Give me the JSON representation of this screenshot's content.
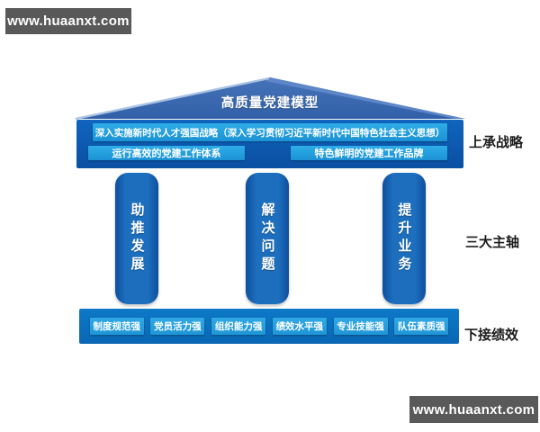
{
  "watermark": {
    "text": "www.huaanxt.com"
  },
  "diagram": {
    "roof": {
      "title": "高质量党建模型"
    },
    "strategy_band": {
      "row1": "深入实施新时代人才强国战略（深入学习贯彻习近平新时代中国特色社会主义思想）",
      "row2_left": "运行高效的党建工作体系",
      "row2_right": "特色鲜明的党建工作品牌"
    },
    "pillars": [
      {
        "label": "助推发展"
      },
      {
        "label": "解决问题"
      },
      {
        "label": "提升业务"
      }
    ],
    "base": {
      "items": [
        "制度规范强",
        "党员活力强",
        "组织能力强",
        "绩效水平强",
        "专业技能强",
        "队伍素质强"
      ]
    },
    "side_labels": {
      "top": "上承战略",
      "middle": "三大主轴",
      "bottom": "下接绩效"
    }
  },
  "colors": {
    "roof_blue": "#3a67af",
    "band_blue": "#0c59b0",
    "bar_cyan": "#25a0df",
    "pillar_blue": "#1d6fbe",
    "base_blue": "#0c79c7",
    "box_cyan": "#2aa3e1",
    "watermark_gray": "#595959",
    "label_black": "#1b1b1b"
  }
}
